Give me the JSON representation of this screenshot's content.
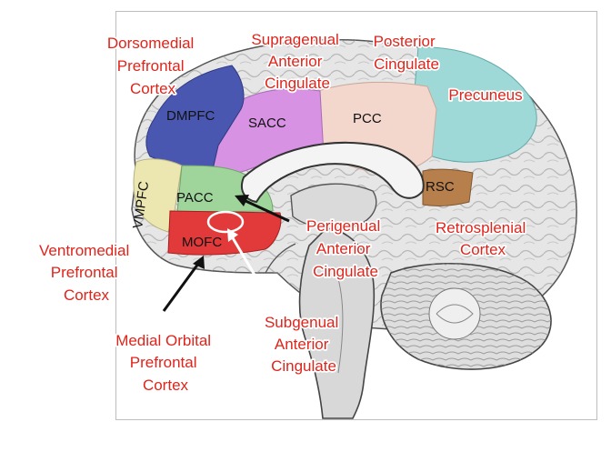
{
  "regions": {
    "dmpfc": "DMPFC",
    "sacc": "SACC",
    "pcc": "PCC",
    "vmpfc": "VMPFC",
    "pacc": "PACC",
    "mofc": "MOFC",
    "rsc": "RSC"
  },
  "callouts": {
    "dorsomedial": [
      "Dorsomedial",
      "Prefrontal",
      "Cortex"
    ],
    "supragenual": [
      "Supragenual",
      "Anterior",
      "Cingulate"
    ],
    "posterior": [
      "Posterior",
      "Cingulate"
    ],
    "precuneus": [
      "Precuneus"
    ],
    "ventromedial": [
      "Ventromedial",
      "Prefrontal",
      "Cortex"
    ],
    "perigenual": [
      "Perigenual",
      "Anterior",
      "Cingulate"
    ],
    "retrosplenial": [
      "Retrosplenial",
      "Cortex"
    ],
    "subgenual": [
      "Subgenual",
      "Anterior",
      "Cingulate"
    ],
    "medial_orbital": [
      "Medial Orbital",
      "Prefrontal",
      "Cortex"
    ]
  },
  "colors": {
    "dmpfc": "#4a57b0",
    "sacc": "#d792e3",
    "pcc": "#f3d6cc",
    "precuneus": "#9ed9d8",
    "vmpfc": "#ece6b0",
    "pacc": "#9fd59a",
    "mofc": "#e23a3a",
    "rsc": "#b77f4c",
    "callout_text": "#e0241b"
  }
}
